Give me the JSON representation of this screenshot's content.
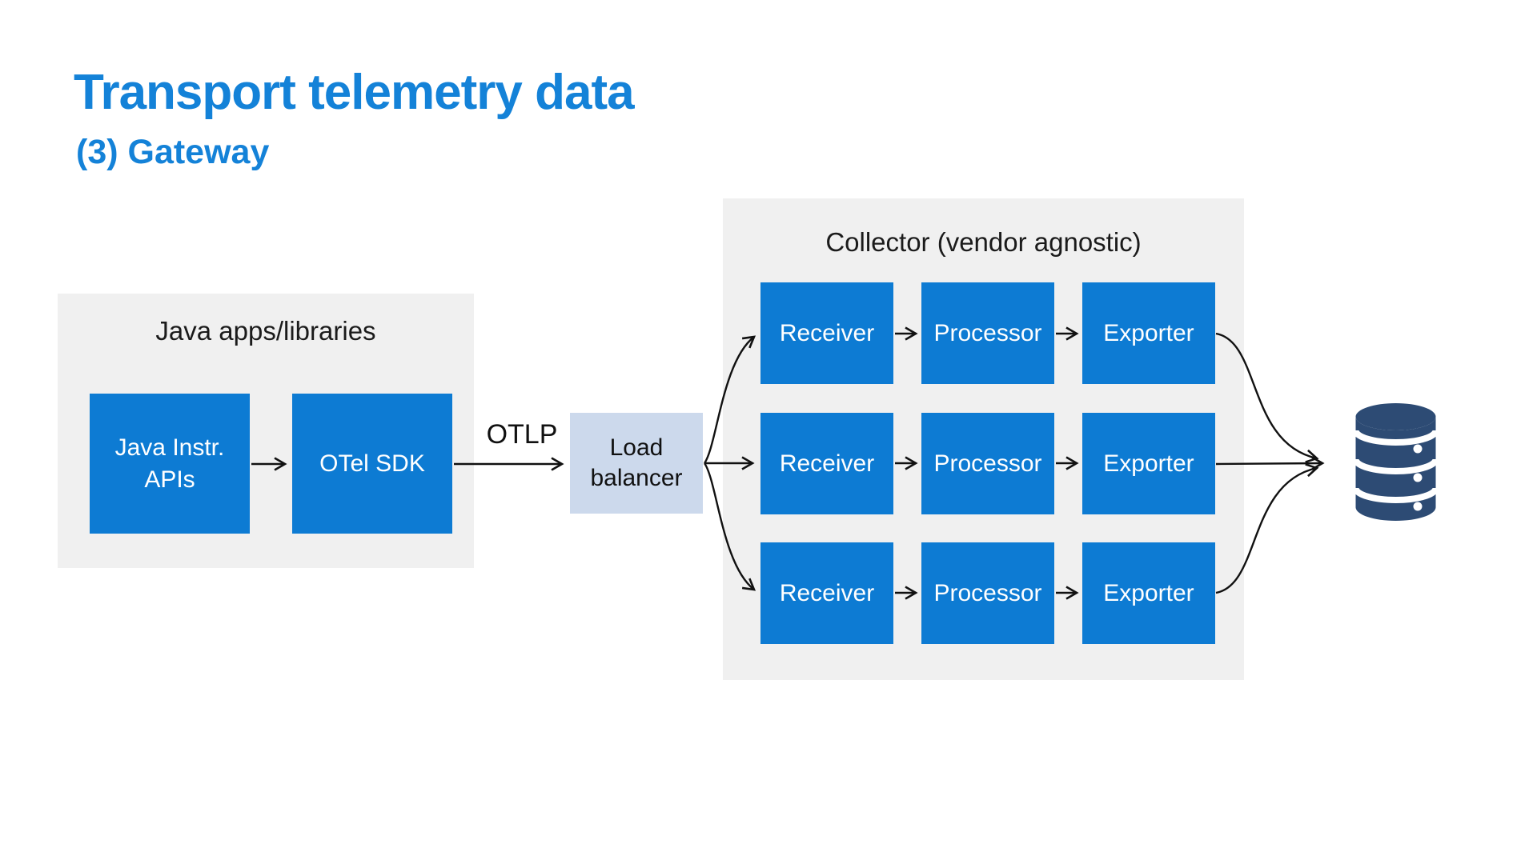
{
  "header": {
    "title": "Transport telemetry data",
    "subtitle": "(3) Gateway",
    "accent_color": "#1482d8"
  },
  "java_panel": {
    "label": "Java apps/libraries",
    "nodes": [
      {
        "name": "java-instr-apis",
        "lines": [
          "Java Instr.",
          "APIs"
        ]
      },
      {
        "name": "otel-sdk",
        "lines": [
          "OTel SDK"
        ]
      }
    ]
  },
  "flow": {
    "otlp_label": "OTLP",
    "load_balancer_lines": [
      "Load",
      "balancer"
    ]
  },
  "collector": {
    "label": "Collector (vendor agnostic)",
    "rows": [
      [
        "Receiver",
        "Processor",
        "Exporter"
      ],
      [
        "Receiver",
        "Processor",
        "Exporter"
      ],
      [
        "Receiver",
        "Processor",
        "Exporter"
      ]
    ]
  },
  "icons": {
    "database": "database-icon"
  },
  "colors": {
    "node_blue": "#0d7bd3",
    "panel_gray": "#f0f0f0",
    "load_balancer_fill": "#ccd9ec",
    "database_navy": "#2d4b74",
    "arrow_black": "#111111"
  }
}
